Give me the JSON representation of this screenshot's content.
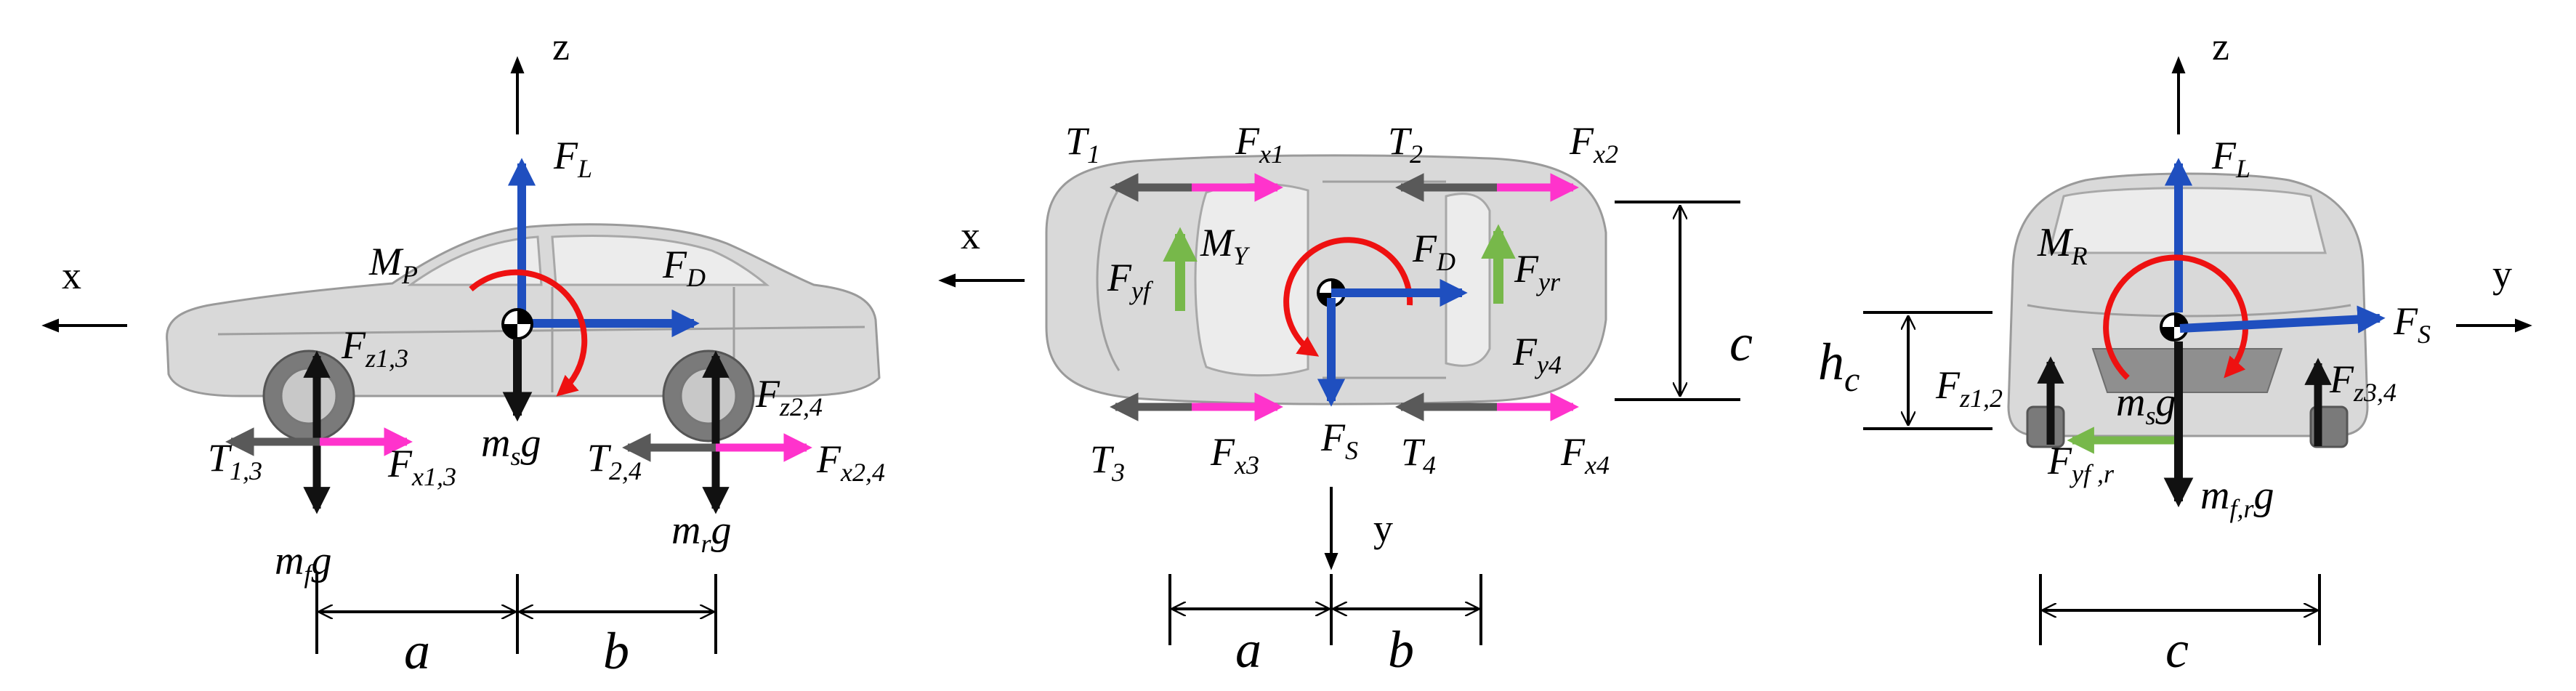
{
  "colors": {
    "lift_side_axis": "#1f4fbf",
    "traction": "#ff33cc",
    "torque_tag": "#595959",
    "lateral_tyre": "#77b84a",
    "moment": "#ee1111",
    "weight": "#111111"
  },
  "side_view": {
    "axis_z": "z",
    "axis_x": "x",
    "F_L": {
      "base": "F",
      "sub": "L"
    },
    "F_D": {
      "base": "F",
      "sub": "D"
    },
    "M_P": {
      "base": "M",
      "sub": "P"
    },
    "F_z13": {
      "base": "F",
      "sub": "z1,3"
    },
    "F_z24": {
      "base": "F",
      "sub": "z2,4"
    },
    "T_13": {
      "base": "T",
      "sub": "1,3"
    },
    "T_24": {
      "base": "T",
      "sub": "2,4"
    },
    "F_x13": {
      "base": "F",
      "sub": "x1,3"
    },
    "F_x24": {
      "base": "F",
      "sub": "x2,4"
    },
    "msg": {
      "base": "m",
      "sub": "s",
      "tail": "g"
    },
    "mfg": {
      "base": "m",
      "sub": "f",
      "tail": "g"
    },
    "mrg": {
      "base": "m",
      "sub": "r",
      "tail": "g"
    },
    "dim_a": "a",
    "dim_b": "b"
  },
  "top_view": {
    "axis_x": "x",
    "axis_y": "y",
    "T_1": {
      "base": "T",
      "sub": "1"
    },
    "T_2": {
      "base": "T",
      "sub": "2"
    },
    "T_3": {
      "base": "T",
      "sub": "3"
    },
    "T_4": {
      "base": "T",
      "sub": "4"
    },
    "F_x1": {
      "base": "F",
      "sub": "x1"
    },
    "F_x2": {
      "base": "F",
      "sub": "x2"
    },
    "F_x3": {
      "base": "F",
      "sub": "x3"
    },
    "F_x4": {
      "base": "F",
      "sub": "x4"
    },
    "F_yf": {
      "base": "F",
      "sub": "yf"
    },
    "F_yr": {
      "base": "F",
      "sub": "yr"
    },
    "F_y4": {
      "base": "F",
      "sub": "y4"
    },
    "M_Y": {
      "base": "M",
      "sub": "Y"
    },
    "F_D": {
      "base": "F",
      "sub": "D"
    },
    "F_S": {
      "base": "F",
      "sub": "S"
    },
    "dim_a": "a",
    "dim_b": "b",
    "dim_c": "c"
  },
  "front_view": {
    "axis_z": "z",
    "axis_y": "y",
    "F_L": {
      "base": "F",
      "sub": "L"
    },
    "M_R": {
      "base": "M",
      "sub": "R"
    },
    "F_S": {
      "base": "F",
      "sub": "S"
    },
    "h_c": {
      "base": "h",
      "sub": "c"
    },
    "F_z12": {
      "base": "F",
      "sub": "z1,2"
    },
    "F_z34": {
      "base": "F",
      "sub": "z3,4"
    },
    "msg": {
      "base": "m",
      "sub": "s",
      "tail": "g"
    },
    "F_yfr": {
      "base": "F",
      "sub": "yf ,r"
    },
    "mfrg": {
      "base": "m",
      "sub": "f,r",
      "tail": "g"
    },
    "dim_c": "c"
  }
}
